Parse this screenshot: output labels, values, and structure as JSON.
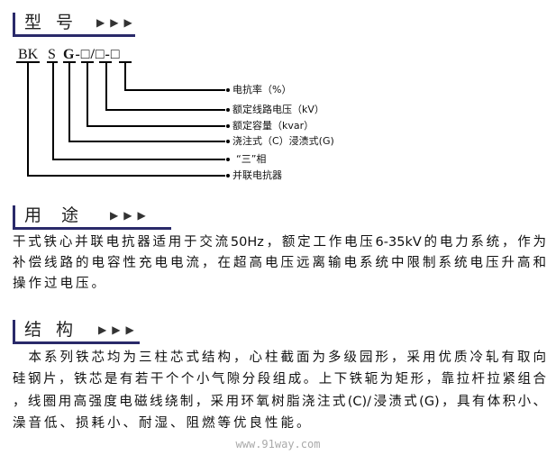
{
  "model": {
    "heading": "型号",
    "code_parts": [
      "BK",
      "S",
      "G-□/□-□"
    ],
    "labels": [
      "电抗率（%）",
      "额定线路电压（kV）",
      "额定容量（kvar）",
      "浇注式（C）浸渍式(G)",
      "“三”相",
      "并联电抗器"
    ]
  },
  "usage": {
    "heading": "用途",
    "lines": [
      "干式铁心并联电抗器适用于交流50Hz，额定工作电压6-35kV的电力系统，作为",
      "补偿线路的电容性充电电流，在超高电压远离输电系统中限制系统电压升高和",
      "操作过电压。"
    ]
  },
  "structure": {
    "heading": "结构",
    "lines": [
      "　本系列铁芯均为三柱芯式结构，心柱截面为多级园形，采用优质冷轧有取向",
      "硅钢片，铁芯是有若干个个小气隙分段组成。上下铁轭为矩形，靠拉杆拉紧组合",
      "，线圈用高强度电磁线绕制，采用环氧树脂浇注式(C)/浸渍式(G)，具有体积小、",
      "澡音低、损耗小、耐湿、阻燃等优良性能。"
    ]
  },
  "footer": "www.91way.com",
  "arrows": "▶▶▶"
}
